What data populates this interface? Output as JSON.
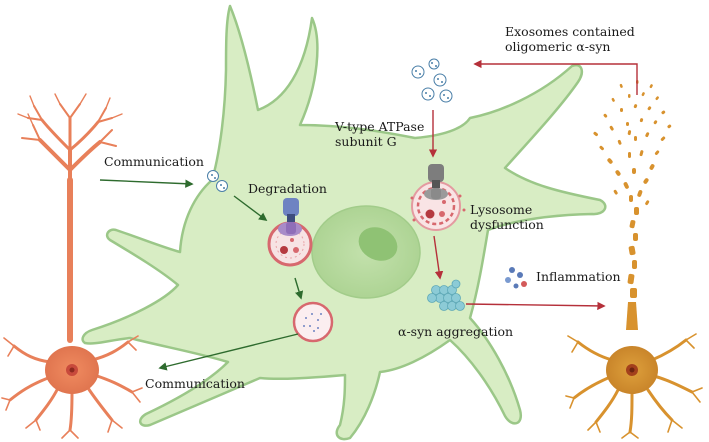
{
  "labels": {
    "exosomes": [
      "Exosomes contained",
      "oligomeric α-syn"
    ],
    "vatpase": [
      "V-type ATPase",
      "subunit G"
    ],
    "communication_top": "Communication",
    "degradation": "Degradation",
    "lysosome": [
      "Lysosome",
      "dysfunction"
    ],
    "inflammation": "Inflammation",
    "aggregation": "α-syn aggregation",
    "communication_bottom": "Communication"
  },
  "colors": {
    "glia_fill": "#d8edc4",
    "glia_stroke": "#9bc788",
    "nucleus": "#b9dba0",
    "healthy_neuron": "#e8805a",
    "degenerating_neuron": "#d8922e",
    "green_arrow": "#2e6b2e",
    "red_arrow": "#b5303a",
    "lysosome_red": "#d7686e",
    "atpase_blue": "#6e83c2",
    "atpase_gray": "#7d7d7d",
    "aggregate": "#8ccbd6"
  },
  "icons": [
    "vesicle-icon",
    "lysosome-icon",
    "atpase-icon",
    "aggregate-icon",
    "cytokine-icon"
  ]
}
